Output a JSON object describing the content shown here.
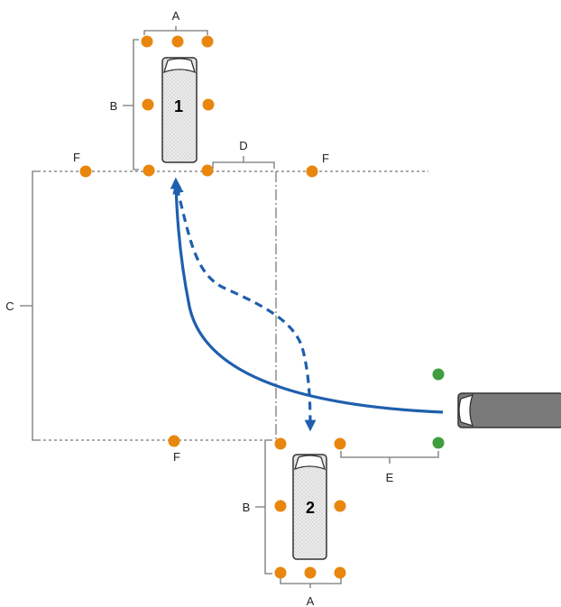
{
  "labels": {
    "a_top": "A",
    "a_bottom": "A",
    "b_top": "B",
    "b_bottom": "B",
    "c": "C",
    "d": "D",
    "e": "E",
    "f_left_top": "F",
    "f_right_top": "F",
    "f_bottom": "F"
  },
  "vehicles": {
    "car_1": "1",
    "car_2": "2"
  },
  "colors": {
    "cone": "#E8860E",
    "cone_green": "#3E9E3E",
    "path": "#1F5FAE",
    "bracket": "#777777",
    "car_fill": "#ECECEC",
    "truck_fill": "#7A7A7A"
  }
}
